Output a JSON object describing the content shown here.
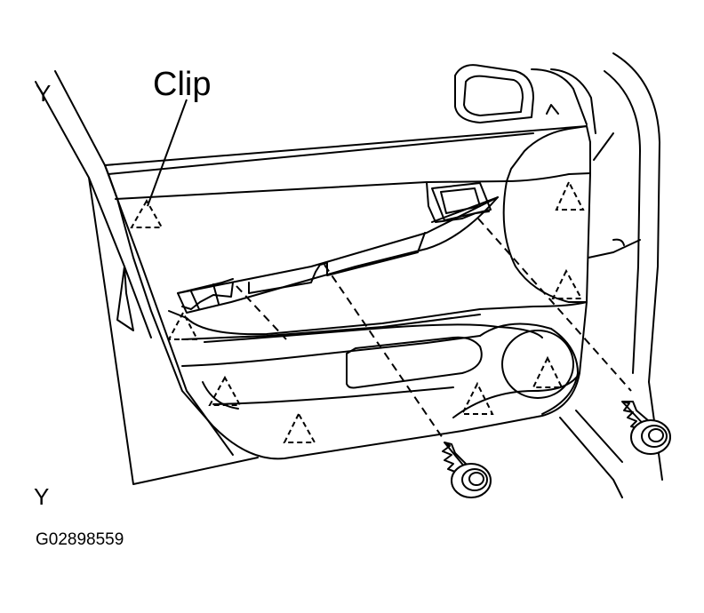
{
  "labels": {
    "clip": "Clip",
    "view_top": "Y",
    "view_bottom": "Y",
    "figure_code": "G02898559"
  },
  "colors": {
    "ink": "#000000",
    "paper": "#ffffff"
  },
  "icons": {
    "clip_marker": "dashed-triangle-icon",
    "screw": "screw-icon"
  }
}
